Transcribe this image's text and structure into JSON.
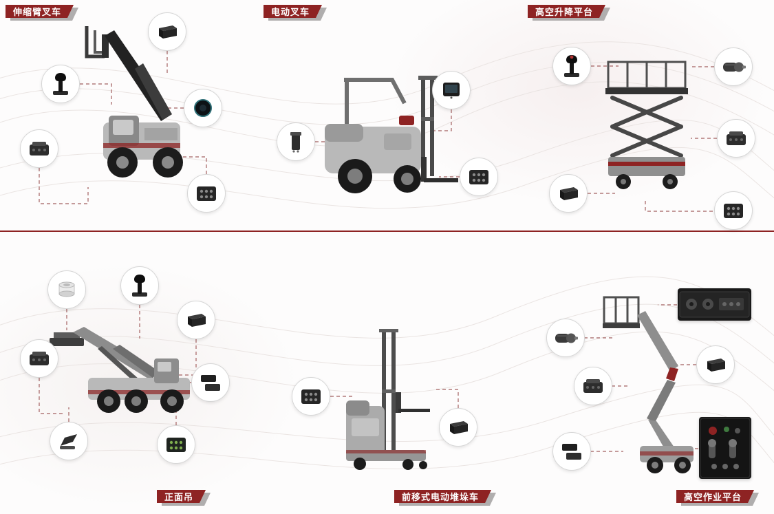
{
  "colors": {
    "banner_red": "#8e2323",
    "banner_shadow_gray": "#b0aeae",
    "divider_red": "#8e2323",
    "connector_line": "#a36060",
    "vehicle_gray": "#b9b9b9"
  },
  "sections": [
    {
      "id": "telescopic-boom-forklift",
      "label": "伸缩臂叉车",
      "vehicle": "telescopic-boom-forklift",
      "components": [
        "control-module",
        "joystick",
        "steering-dial",
        "controller",
        "keypad"
      ]
    },
    {
      "id": "electric-forklift",
      "label": "电动叉车",
      "vehicle": "electric-forklift",
      "components": [
        "display-unit",
        "contactor",
        "keypad"
      ]
    },
    {
      "id": "scissor-lift",
      "label": "高空升降平台",
      "vehicle": "scissor-lift",
      "components": [
        "joystick",
        "drive-motor",
        "controller",
        "power-module",
        "keypad"
      ]
    },
    {
      "id": "reach-stacker",
      "label": "正面吊",
      "vehicle": "reach-stacker",
      "components": [
        "bearing-column",
        "joystick",
        "control-module",
        "controller",
        "dual-control-modules",
        "foot-pedal",
        "keypad"
      ]
    },
    {
      "id": "reach-type-electric-stacker",
      "label": "前移式电动堆垛车",
      "vehicle": "reach-truck",
      "components": [
        "keypad",
        "drive-unit"
      ]
    },
    {
      "id": "aerial-work-platform",
      "label": "高空作业平台",
      "vehicle": "articulated-boom-lift",
      "components": [
        "instrument-panel",
        "drive-motor",
        "power-module",
        "controller",
        "control-module",
        "control-box"
      ]
    }
  ]
}
